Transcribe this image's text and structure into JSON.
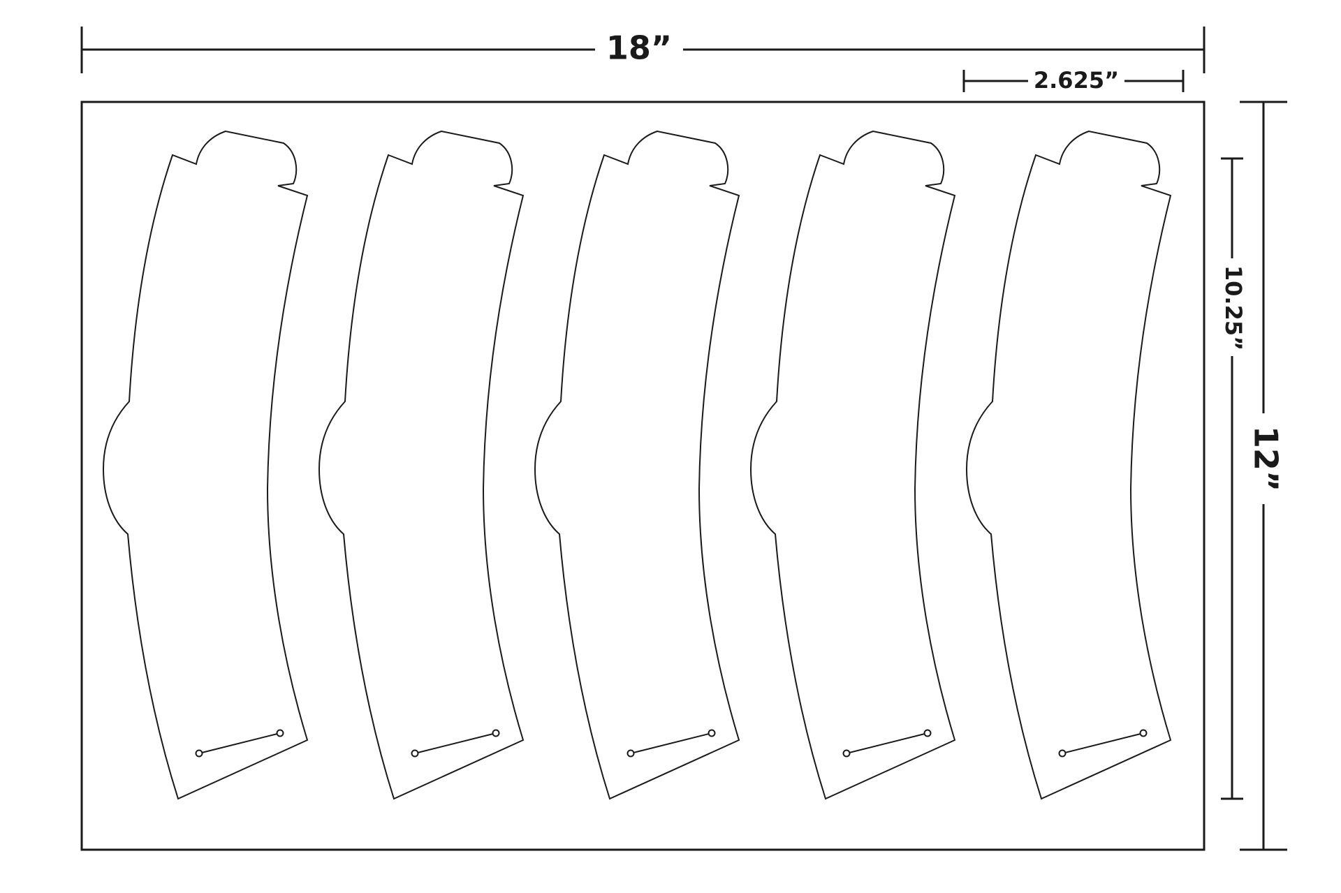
{
  "dimensions": {
    "sheet_width": "18”",
    "sheet_height": "12”",
    "piece_width": "2.625”",
    "piece_height": "10.25”"
  },
  "colors": {
    "ink": "#1a1a1a",
    "background": "#ffffff"
  },
  "pieces": [
    {
      "label": ""
    },
    {
      "label": ""
    },
    {
      "label": ""
    },
    {
      "label": ""
    },
    {
      "label": ""
    }
  ]
}
